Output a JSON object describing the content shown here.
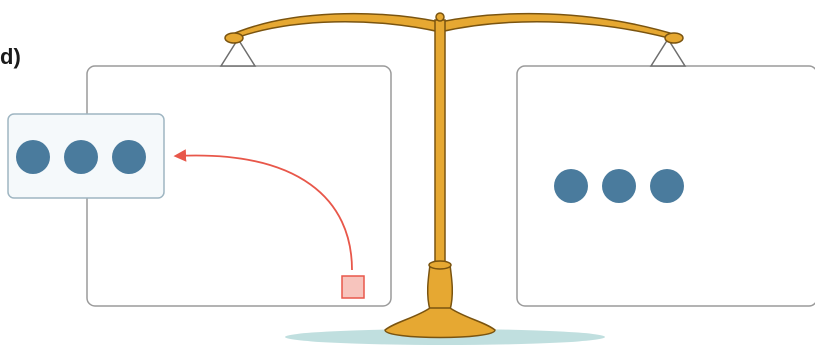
{
  "panel_label": "d)",
  "colors": {
    "background": "#ffffff",
    "pan_border": "#9a9a9a",
    "pan_fill": "#ffffff",
    "inset_border": "#9fb6c2",
    "inset_fill": "#f5f9fb",
    "dot": "#4a7b9d",
    "arrow": "#e8574a",
    "square_fill": "#f7c4bd",
    "square_border": "#e8574a",
    "scale_gold": "#e6a832",
    "scale_outline": "#7a5410",
    "shadow": "#8cc4c4"
  },
  "left_pan": {
    "dot_count": 3
  },
  "right_pan": {
    "dot_count": 3
  },
  "icons": {
    "arrow": "curved-arrow-icon",
    "square": "small-square-icon"
  }
}
